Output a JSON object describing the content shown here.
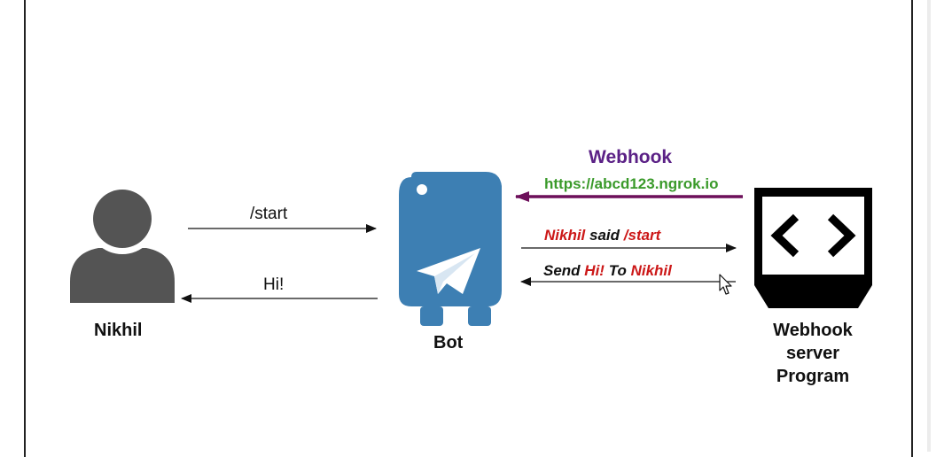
{
  "nodes": {
    "user": {
      "label": "Nikhil"
    },
    "bot": {
      "label": "Bot"
    },
    "server": {
      "label_lines": [
        "Webhook",
        "server",
        "Program"
      ]
    }
  },
  "edges": {
    "start_cmd": {
      "label": "/start"
    },
    "reply": {
      "label": "Hi!"
    },
    "webhook": {
      "title": "Webhook",
      "url": "https://abcd123.ngrok.io"
    },
    "forward": {
      "parts": [
        "Nikhil",
        " said ",
        "/start"
      ]
    },
    "response": {
      "parts": [
        "Send ",
        "Hi!",
        " To ",
        "Nikhil"
      ]
    }
  },
  "colors": {
    "webhook_title": "#5b2186",
    "url": "#3a9a2a",
    "webhook_arrow": "#6d0f5a",
    "highlight_red": "#cc1818",
    "icon_gray": "#545454",
    "python_blue": "#3d7fb3",
    "arrow_dark": "#111111"
  },
  "icons": {
    "user": "user-silhouette-icon",
    "bot": "python-telegram-bot-icon",
    "server": "code-monitor-icon",
    "cursor": "mouse-pointer-icon"
  }
}
